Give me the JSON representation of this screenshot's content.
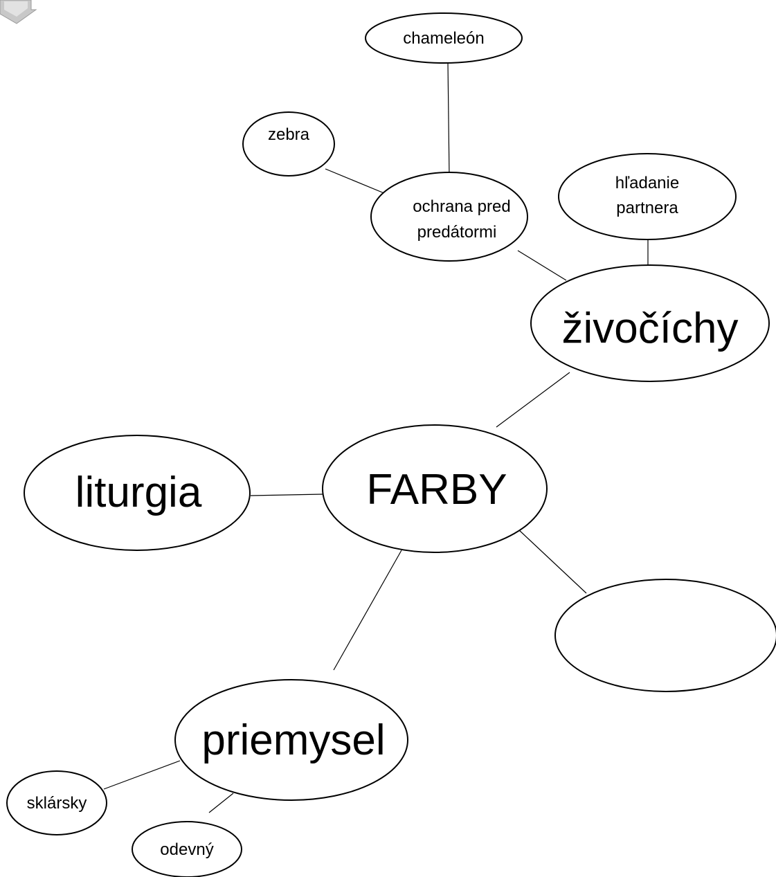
{
  "nodes": {
    "farby": "FARBY",
    "zivocichy": "živočíchy",
    "liturgia": "liturgia",
    "priemysel": "priemysel",
    "empty": "",
    "ochrana_line1": "ochrana pred",
    "ochrana_line2": "predátormi",
    "chameleon": "chameleón",
    "zebra": "zebra",
    "hladanie_line1": "hľadanie",
    "hladanie_line2": "partnera",
    "sklarsky": "sklársky",
    "odevny": "odevný"
  },
  "icons": {
    "corner": "down-arrow-icon"
  },
  "colors": {
    "stroke": "#000000",
    "background": "#ffffff",
    "icon": "#bdbdbd"
  }
}
